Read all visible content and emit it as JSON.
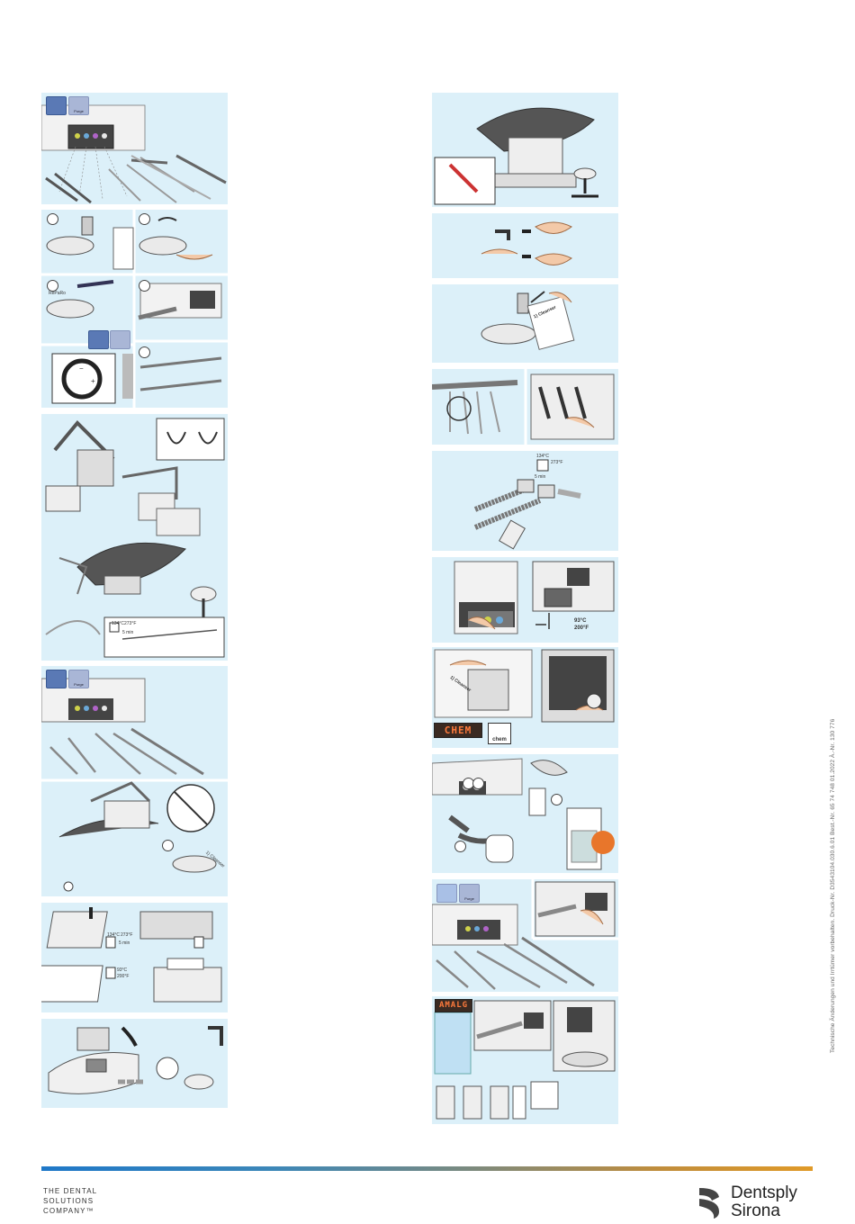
{
  "panels": {
    "left_1": {
      "btn_caption": "Purge"
    },
    "left_2": {
      "label_rep": "RePaRo",
      "minus": "−",
      "plus": "+"
    },
    "left_3": {
      "temp_c": "134°C",
      "temp_f": "273°F",
      "time": "5 min"
    },
    "left_4": {
      "btn_caption": "Purge",
      "cleanser": "1) Cleanser"
    },
    "left_5": {
      "temp_c": "134°C",
      "temp_f": "273°F",
      "time": "5 min",
      "temp2_c": "93°C",
      "temp2_f": "200°F"
    },
    "right_3": {
      "cleanser": "1) Cleanser"
    },
    "right_5": {
      "temp_c": "134°C",
      "temp_f": "273°F",
      "time": "5 min"
    },
    "right_6": {
      "temp_c": "93°C",
      "temp_f": "200°F"
    },
    "right_7": {
      "cleanser": "1) Cleanser",
      "display": "CHEM",
      "icon_caption": "chem"
    },
    "right_9": {
      "btn_caption": "Purge"
    },
    "right_10": {
      "display": "AMALG"
    }
  },
  "side_text": "Technische Änderungen und Irrtümer vorbehalten.   Druck-Nr. D3543104.030.6.01   Best.-Nr. 65 74 748   01.2022   Ä.-Nr. 130 776",
  "footer": {
    "tagline_1": "THE DENTAL",
    "tagline_2": "SOLUTIONS",
    "tagline_3": "COMPANY™",
    "brand_1": "Dentsply",
    "brand_2": "Sirona"
  },
  "colors": {
    "panel_bg": "#dcf0f9",
    "accent_blue": "#1f78c8",
    "accent_orange": "#e09a28",
    "display_text": "#ff7a3c"
  }
}
